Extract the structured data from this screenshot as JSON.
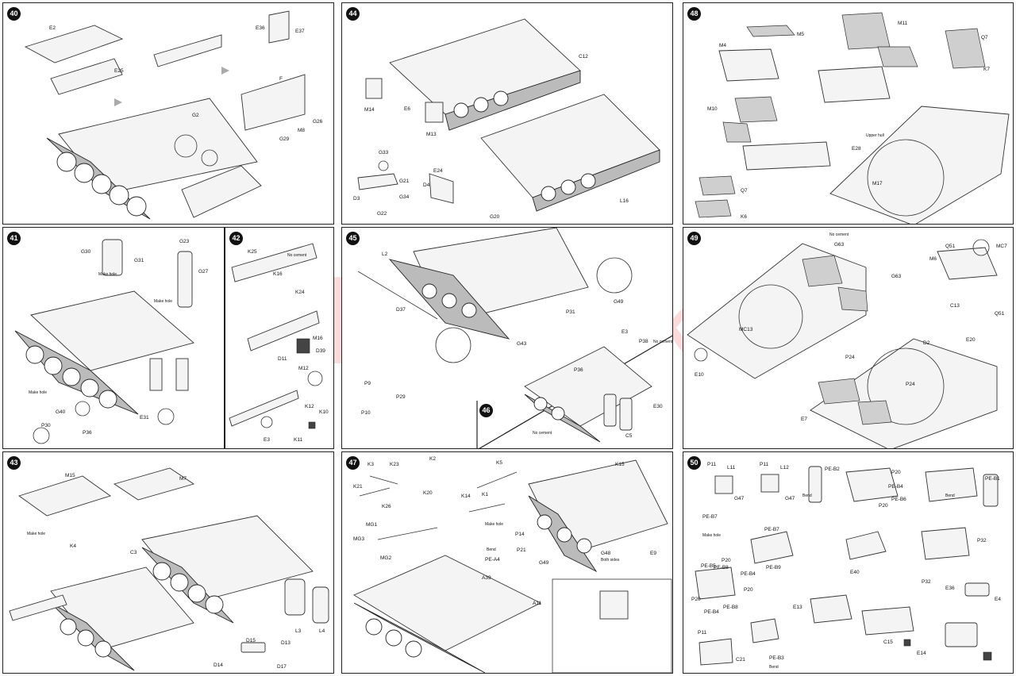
{
  "watermark": "modelartiki.cz",
  "steps": {
    "s40": "40",
    "s41": "41",
    "s42": "42",
    "s43": "43",
    "s44": "44",
    "s45": "45",
    "s46": "46",
    "s47": "47",
    "s48": "48",
    "s49": "49",
    "s50": "50"
  },
  "labels": {
    "p40": [
      "E2",
      "E25",
      "E36",
      "E37",
      "F",
      "M8",
      "G26",
      "G29",
      "G2"
    ],
    "p41": [
      "G30",
      "G31",
      "G23",
      "G27",
      "G40",
      "P30",
      "P36",
      "E31"
    ],
    "p41_notes": {
      "n1": "Make hole",
      "n2": "Make hole",
      "n3": "Make hole"
    },
    "p42": [
      "K25",
      "K16",
      "K24",
      "M16",
      "D39",
      "D11",
      "M12",
      "K12",
      "K10",
      "K11",
      "E3"
    ],
    "p42_notes": {
      "n1": "No cement"
    },
    "p43": [
      "M15",
      "M7",
      "K4",
      "C3",
      "D15",
      "D13",
      "D14",
      "D17",
      "L3",
      "L4"
    ],
    "p43_notes": {
      "n1": "Make hole"
    },
    "p44": [
      "C12",
      "M14",
      "E6",
      "M13",
      "G33",
      "G21",
      "G34",
      "G22",
      "E24",
      "D4",
      "D3",
      "G20",
      "L16"
    ],
    "p45": [
      "L2",
      "D37",
      "G49",
      "P31",
      "G43",
      "P9",
      "P29",
      "P10",
      "E3",
      "P38",
      "P36",
      "E30",
      "C5"
    ],
    "p45_notes": {
      "n1": "No cement"
    },
    "p46_notes": {
      "n1": "No cement"
    },
    "p47": [
      "K3",
      "K23",
      "K2",
      "K21",
      "K20",
      "K26",
      "K5",
      "K1",
      "K14",
      "MG1",
      "MG3",
      "MG2",
      "P14",
      "P21",
      "PE-A4",
      "A39",
      "G49",
      "K15",
      "G48",
      "E9",
      "A11"
    ],
    "p47_notes": {
      "n1": "Make hole",
      "n2": "Bend",
      "n3": "Both sides"
    },
    "p48": [
      "M4",
      "M5",
      "M11",
      "Q7",
      "K7",
      "M10",
      "E28",
      "M17",
      "Q7",
      "K6"
    ],
    "p48_notes": {
      "n1": "Upper hull"
    },
    "p49": [
      "G63",
      "G63",
      "Q51",
      "MC7",
      "M6",
      "C13",
      "Q51",
      "MC13",
      "E10",
      "D2",
      "E20",
      "P24",
      "P24",
      "E7"
    ],
    "p49_notes": {
      "n1": "No cement"
    },
    "p50": [
      "P11",
      "L11",
      "G47",
      "P11",
      "L12",
      "G47",
      "PE-B2",
      "PE-B4",
      "P20",
      "PE-B6",
      "P20",
      "PE-B1",
      "PE-B7",
      "PE-B5",
      "PE-B7",
      "PE-B9",
      "PE-B8",
      "P20",
      "PE-B4",
      "P20",
      "PE-B8",
      "P20",
      "PE-B4",
      "P32",
      "P32",
      "E40",
      "E36",
      "E4",
      "E13",
      "C15",
      "E14",
      "P11",
      "C21",
      "PE-B3"
    ],
    "p50_notes": {
      "n1": "Bend",
      "n2": "Make hole",
      "n3": "Bend",
      "n4": "Bend"
    }
  },
  "colors": {
    "watermark": "#f04646",
    "lines": "#222222",
    "background": "#ffffff"
  }
}
